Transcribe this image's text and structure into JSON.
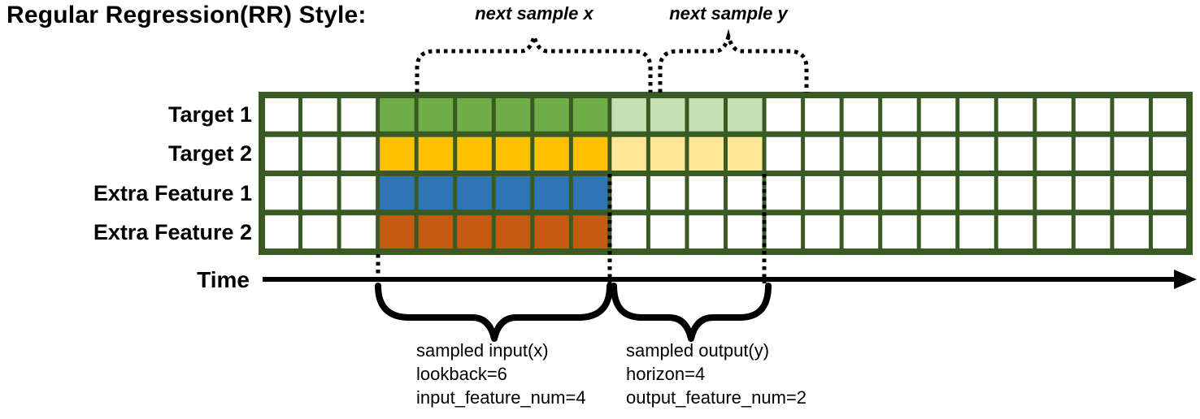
{
  "title": "Regular Regression(RR) Style:",
  "annotations": {
    "next_sample_x": "next sample x",
    "next_sample_y": "next sample y",
    "time_label": "Time",
    "input_lines": [
      "sampled input(x)",
      "lookback=6",
      "input_feature_num=4"
    ],
    "output_lines": [
      "sampled output(y)",
      "horizon=4",
      "output_feature_num=2"
    ]
  },
  "grid": {
    "columns": 24,
    "lookback_start_col": 3,
    "lookback": 6,
    "horizon": 4,
    "rows": [
      {
        "label": "Target 1",
        "color": "#70AD47",
        "horizon_color": "#C6E0B4"
      },
      {
        "label": "Target 2",
        "color": "#FFC000",
        "horizon_color": "#FFE699"
      },
      {
        "label": "Extra Feature 1",
        "color": "#2E75B6",
        "horizon_color": null
      },
      {
        "label": "Extra Feature 2",
        "color": "#C55A11",
        "horizon_color": null
      }
    ]
  },
  "colors": {
    "grid_border": "#3A5A24",
    "cell_empty": "#FFFFFF",
    "annotation": "#000000"
  }
}
